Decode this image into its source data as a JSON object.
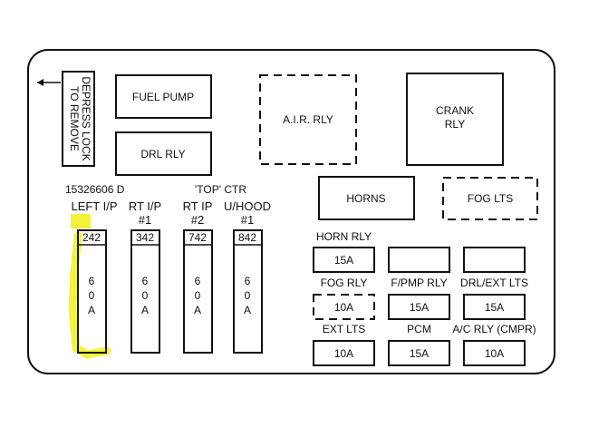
{
  "depress_lock_lines": [
    "DEPRESS LOCK",
    "TO REMOVE"
  ],
  "relays": {
    "fuel_pump": "FUEL PUMP",
    "drl": "DRL RLY",
    "air": "A.I.R. RLY",
    "crank_lines": [
      "CRANK",
      "RLY"
    ],
    "horns": "HORNS",
    "fog_lts": "FOG LTS"
  },
  "part_number": "15326606 D",
  "top_ctr": "'TOP'  CTR",
  "maxi_fuses": [
    {
      "label_lines": [
        "LEFT I/P",
        ""
      ],
      "code": "242",
      "rating_chars": [
        "6",
        "0",
        "A"
      ]
    },
    {
      "label_lines": [
        "RT I/P",
        "#1"
      ],
      "code": "342",
      "rating_chars": [
        "6",
        "0",
        "A"
      ]
    },
    {
      "label_lines": [
        "RT IP",
        "#2"
      ],
      "code": "742",
      "rating_chars": [
        "6",
        "0",
        "A"
      ]
    },
    {
      "label_lines": [
        "U/HOOD",
        "#1"
      ],
      "code": "842",
      "rating_chars": [
        "6",
        "0",
        "A"
      ]
    }
  ],
  "mini_fuses": [
    {
      "label": "HORN RLY",
      "value": "15A",
      "dashed": false
    },
    {
      "label": "",
      "value": "",
      "dashed": false
    },
    {
      "label": "",
      "value": "",
      "dashed": false
    },
    {
      "label": "FOG RLY",
      "value": "10A",
      "dashed": true
    },
    {
      "label": "F/PMP RLY",
      "value": "15A",
      "dashed": false
    },
    {
      "label": "DRL/EXT LTS",
      "value": "15A",
      "dashed": false
    },
    {
      "label": "EXT LTS",
      "value": "10A",
      "dashed": false
    },
    {
      "label": "PCM",
      "value": "15A",
      "dashed": false
    },
    {
      "label": "A/C RLY (CMPR)",
      "value": "10A",
      "dashed": false
    }
  ],
  "colors": {
    "outline": "#111111",
    "highlight": "#f2f224"
  }
}
